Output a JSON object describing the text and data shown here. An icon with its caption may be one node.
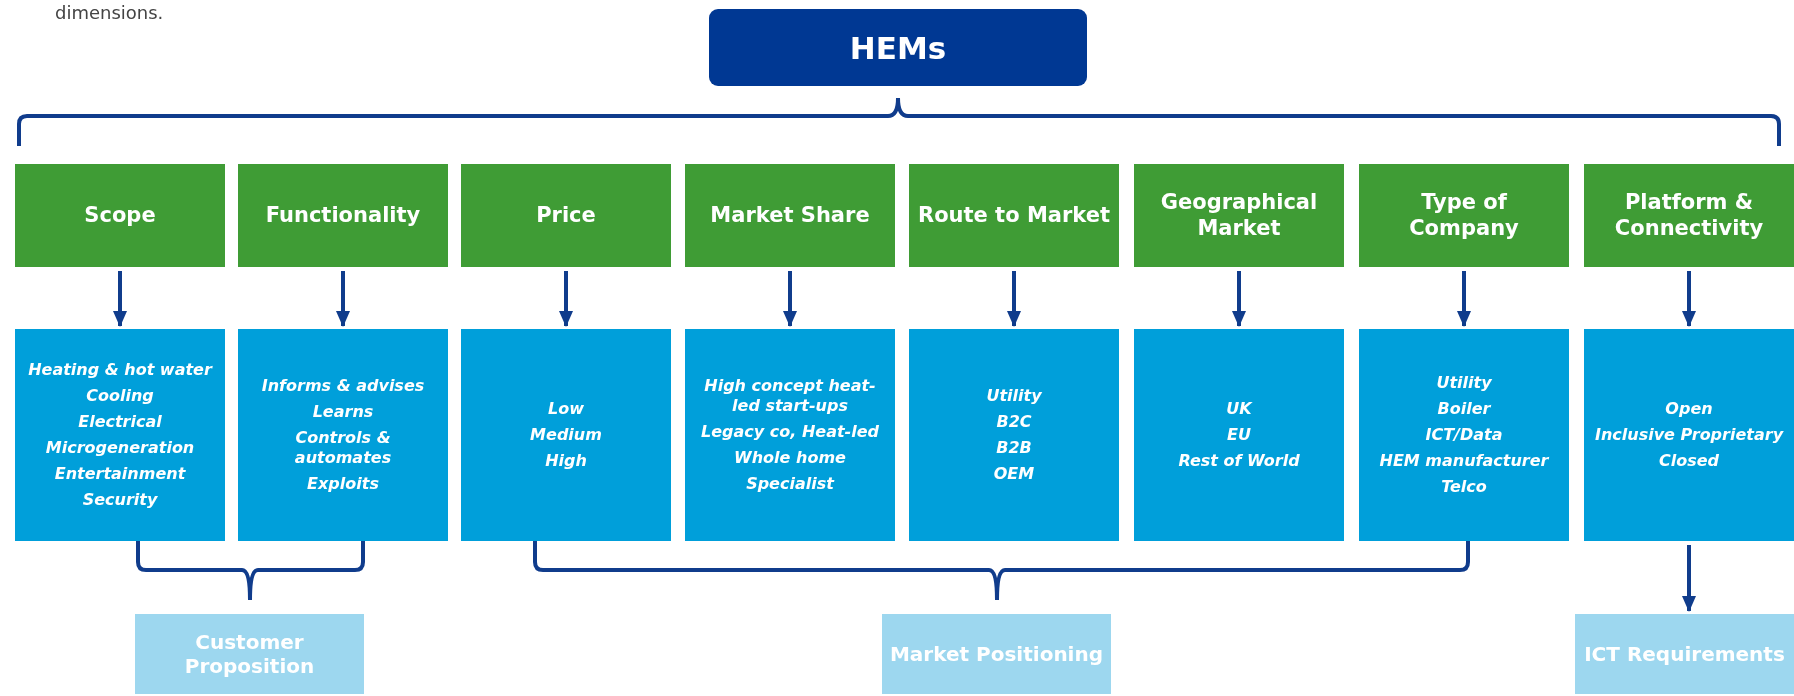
{
  "diagram": {
    "nodes": [
      {
        "text": [
          "HEMs"
        ]
      },
      {
        "text": [
          "Scope"
        ]
      },
      {
        "text": [
          "Functionality"
        ]
      },
      {
        "text": [
          "Price"
        ]
      },
      {
        "text": [
          "Market Share"
        ]
      },
      {
        "text": [
          "Route to Market"
        ]
      },
      {
        "text": [
          "Geographical Market"
        ]
      },
      {
        "text": [
          "Type of Company"
        ]
      },
      {
        "text": [
          "Platform & Connectivity"
        ]
      },
      {
        "text": [
          "Heating & hot water",
          "Cooling",
          "Electrical",
          "Microgeneration",
          "Entertainment",
          "Security"
        ]
      },
      {
        "text": [
          "Informs & advises",
          "Learns",
          "Controls & automates",
          "Exploits"
        ]
      },
      {
        "text": [
          "Low",
          "Medium",
          "High"
        ]
      },
      {
        "text": [
          "High concept heat-led start-ups",
          "Legacy co, Heat-led",
          "Whole home",
          "Specialist"
        ]
      },
      {
        "text": [
          "Utility",
          "B2C",
          "B2B",
          "OEM"
        ]
      },
      {
        "text": [
          "UK",
          "EU",
          "Rest of World"
        ]
      },
      {
        "text": [
          "Utility",
          "Boiler",
          "ICT/Data",
          "HEM manufacturer",
          "Telco"
        ]
      },
      {
        "text": [
          "Open",
          "Inclusive Proprietary",
          "Closed"
        ]
      },
      {
        "text": [
          "Customer Proposition"
        ]
      },
      {
        "text": [
          "Market Positioning"
        ]
      },
      {
        "text": [
          "ICT Requirements"
        ]
      }
    ],
    "edges": [
      {
        "from": 1,
        "to": 9,
        "arrow": "to"
      },
      {
        "from": 2,
        "to": 10,
        "arrow": "to"
      },
      {
        "from": 3,
        "to": 11,
        "arrow": "to"
      },
      {
        "from": 4,
        "to": 12,
        "arrow": "to"
      },
      {
        "from": 5,
        "to": 13,
        "arrow": "to"
      },
      {
        "from": 6,
        "to": 14,
        "arrow": "to"
      },
      {
        "from": 7,
        "to": 15,
        "arrow": "to"
      },
      {
        "from": 8,
        "to": 16,
        "arrow": "to"
      },
      {
        "from": 16,
        "to": 19,
        "arrow": "to"
      }
    ],
    "labels": [
      "dimensions."
    ]
  }
}
